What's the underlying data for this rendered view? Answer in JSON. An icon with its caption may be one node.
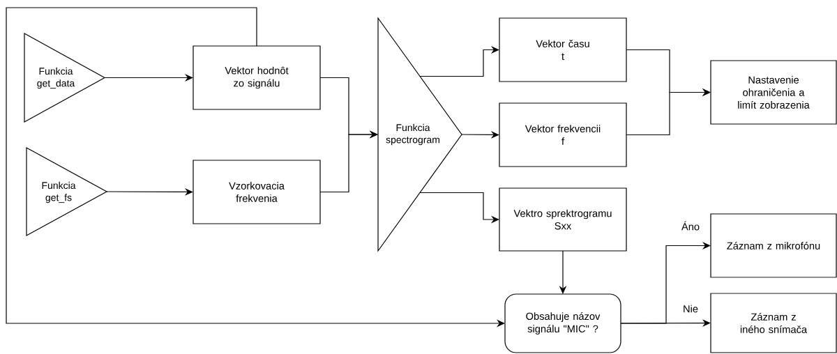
{
  "diagram": {
    "nodes": [
      {
        "text": [
          "Funkcia get_data"
        ]
      },
      {
        "text": [
          "Funkcia get_fs"
        ]
      },
      {
        "text": [
          "Vektor hodnôt zo signálu"
        ]
      },
      {
        "text": [
          "Vzorkovacia frekvenia"
        ]
      },
      {
        "text": [
          "Funkcia spectrogram"
        ]
      },
      {
        "text": [
          "Vektor času",
          "t"
        ]
      },
      {
        "text": [
          "Vektor frekvencii",
          "f"
        ]
      },
      {
        "text": [
          "Vektro sprektrogramu",
          "Sxx"
        ]
      },
      {
        "text": [
          "Nastavenie ohraničenia a limít zobrazenia"
        ]
      },
      {
        "text": [
          "Obsahuje názov signálu \"MIC\" ?"
        ]
      },
      {
        "text": [
          "Záznam z mikrofónu"
        ]
      },
      {
        "text": [
          "Záznam z iného snímača"
        ]
      }
    ],
    "edges": [
      {
        "from": 0,
        "to": 2,
        "arrow": "to"
      },
      {
        "from": 1,
        "to": 3,
        "arrow": "to"
      },
      {
        "from": 2,
        "to": 4,
        "arrow": "to"
      },
      {
        "from": 3,
        "to": 4,
        "arrow": "to"
      },
      {
        "from": 4,
        "to": 5,
        "arrow": "to"
      },
      {
        "from": 4,
        "to": 6,
        "arrow": "to"
      },
      {
        "from": 4,
        "to": 7,
        "arrow": "to"
      },
      {
        "from": 5,
        "to": 8,
        "arrow": "to"
      },
      {
        "from": 6,
        "to": 8,
        "arrow": "to"
      },
      {
        "from": 7,
        "to": 9,
        "arrow": "to"
      },
      {
        "from": 2,
        "to": 9,
        "arrow": "to"
      },
      {
        "from": 9,
        "to": 10,
        "arrow": "to",
        "label": "Áno"
      },
      {
        "from": 9,
        "to": 11,
        "arrow": "to",
        "label": "Nie"
      }
    ]
  }
}
